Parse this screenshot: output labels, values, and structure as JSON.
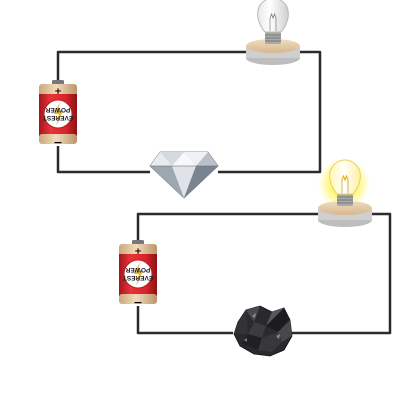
{
  "circuits": [
    {
      "id": "diamond-circuit",
      "battery": {
        "brand_line1": "EVEREST",
        "brand_line2": "POWER",
        "positive": "+",
        "negative": "−"
      },
      "bulb": {
        "lit": false
      },
      "sample": {
        "material": "diamond"
      }
    },
    {
      "id": "graphite-circuit",
      "battery": {
        "brand_line1": "EVEREST",
        "brand_line2": "POWER",
        "positive": "+",
        "negative": "−"
      },
      "bulb": {
        "lit": true
      },
      "sample": {
        "material": "graphite"
      }
    }
  ],
  "colors": {
    "wire": "#2b2b2b",
    "battery_body": "#d9232a",
    "battery_cap": "#e8c9a0",
    "lamp_base": "#e3c9a3",
    "glow": "#fff34d"
  }
}
